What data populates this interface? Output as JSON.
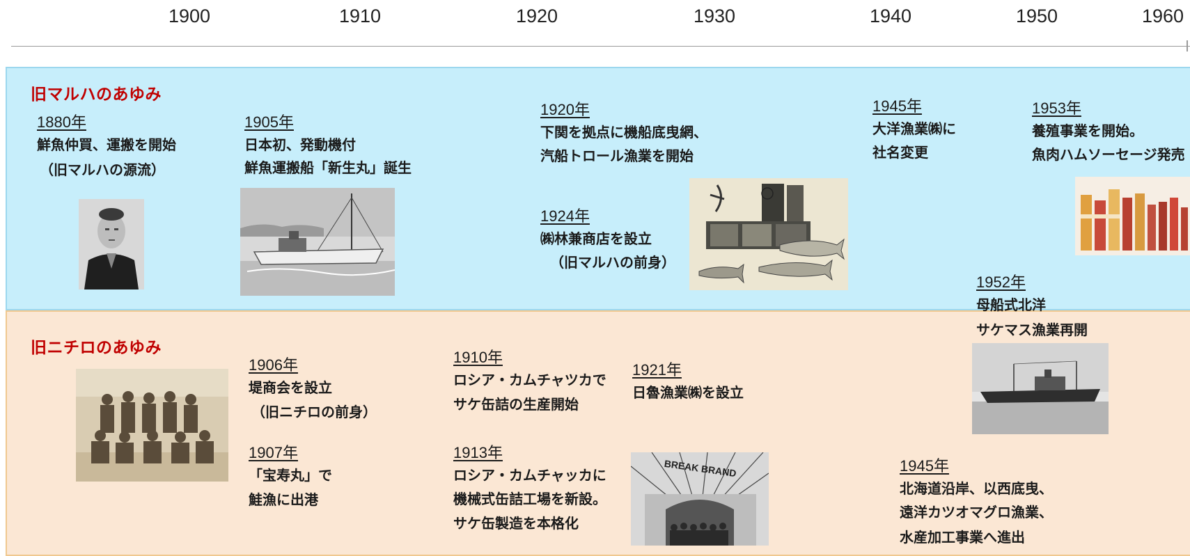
{
  "timeline": {
    "years": [
      "1900",
      "1910",
      "1920",
      "1930",
      "1940",
      "1950",
      "1960"
    ]
  },
  "maruha": {
    "title": "旧マルハのあゆみ",
    "events": [
      {
        "year": "1880年",
        "lines": [
          "鮮魚仲買、運搬を開始",
          "（旧マルハの源流）"
        ]
      },
      {
        "year": "1905年",
        "lines": [
          "日本初、発動機付",
          "鮮魚運搬船「新生丸」誕生"
        ]
      },
      {
        "year": "1920年",
        "lines": [
          "下関を拠点に機船底曳網、",
          "汽船トロール漁業を開始"
        ]
      },
      {
        "year": "1924年",
        "lines": [
          "㈱林兼商店を設立",
          "（旧マルハの前身）"
        ]
      },
      {
        "year": "1945年",
        "lines": [
          "大洋漁業㈱に",
          "社名変更"
        ]
      },
      {
        "year": "1953年",
        "lines": [
          "養殖事業を開始。",
          "魚肉ハムソーセージ発売"
        ]
      }
    ]
  },
  "nichiro": {
    "title": "旧ニチロのあゆみ",
    "events": [
      {
        "year": "1906年",
        "lines": [
          "堤商会を設立",
          "（旧ニチロの前身）"
        ]
      },
      {
        "year": "1907年",
        "lines": [
          "「宝寿丸」で",
          "鮭漁に出港"
        ]
      },
      {
        "year": "1910年",
        "lines": [
          "ロシア・カムチャツカで",
          "サケ缶詰の生産開始"
        ]
      },
      {
        "year": "1913年",
        "lines": [
          "ロシア・カムチャッカに",
          "機械式缶詰工場を新設。",
          "サケ缶製造を本格化"
        ]
      },
      {
        "year": "1921年",
        "lines": [
          "日魯漁業㈱を設立"
        ]
      },
      {
        "year": "1952年",
        "lines": [
          "母船式北洋",
          "サケマス漁業再開"
        ]
      },
      {
        "year": "1945年",
        "lines": [
          "北海道沿岸、以西底曳、",
          "遠洋カツオマグロ漁業、",
          "水産加工事業へ進出"
        ]
      }
    ]
  },
  "photos": {
    "break_brand_sign": "BREAK BRAND"
  },
  "colors": {
    "maruha_band": "#c7eefb",
    "nichiro_band": "#fbe7d4",
    "section_title": "#c00000"
  }
}
